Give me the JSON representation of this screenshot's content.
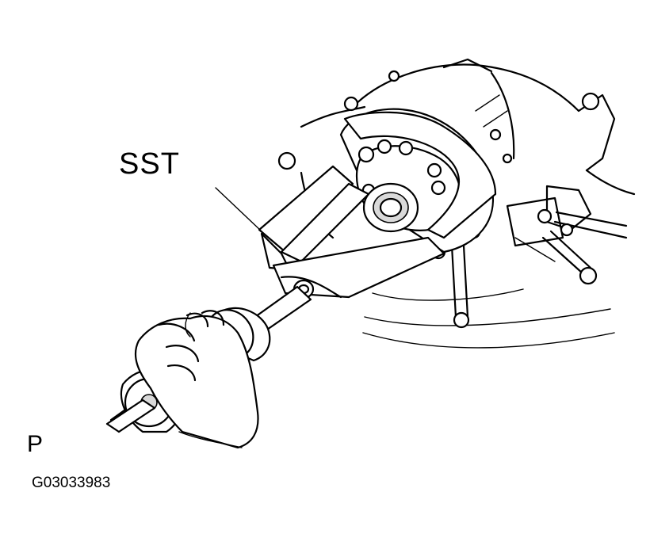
{
  "labels": {
    "tool": "SST",
    "view_marker": "P",
    "figure_code": "G03033983"
  }
}
